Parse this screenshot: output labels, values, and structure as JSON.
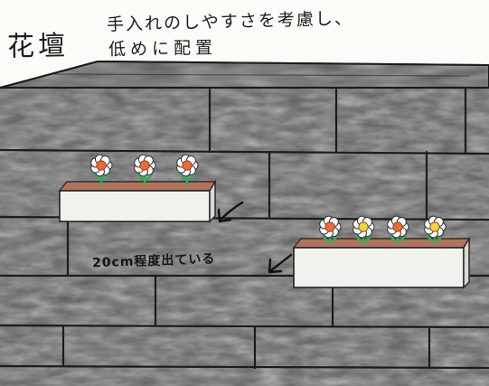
{
  "title": "花壇",
  "note": {
    "line1": "手入れのしやすさを考慮し、",
    "line2": "低めに配置"
  },
  "callout": "20cm程度出ている",
  "colors": {
    "wall_dark": "#3a3a3a",
    "wall_mid": "#6e6e6e",
    "wall_light": "#9a9a9a",
    "planter": "#f1f1ee",
    "soil": "#b0745e",
    "petal": "#ffffff",
    "center_orange": "#ee6a34",
    "center_yellow": "#f3d23a",
    "stem": "#2fae5d"
  },
  "planters": [
    {
      "name": "upper-planter",
      "flowers": [
        {
          "center": "orange"
        },
        {
          "center": "orange"
        },
        {
          "center": "orange"
        }
      ]
    },
    {
      "name": "lower-planter",
      "flowers": [
        {
          "center": "orange"
        },
        {
          "center": "yellow"
        },
        {
          "center": "orange"
        },
        {
          "center": "yellow"
        }
      ]
    }
  ],
  "icons": [
    "callout-arrow-icon",
    "flower-icon"
  ]
}
